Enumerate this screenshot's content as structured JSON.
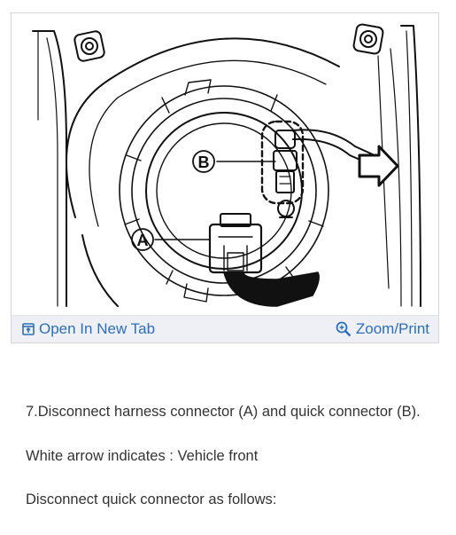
{
  "figure": {
    "callout_a": "A",
    "callout_b": "B",
    "arrow_icon": "white-arrow-icon"
  },
  "toolbar": {
    "open_new_tab_label": "Open In New Tab",
    "open_new_tab_icon": "open-in-new-tab-icon",
    "zoom_print_label": "Zoom/Print",
    "zoom_print_icon": "zoom-magnifier-icon"
  },
  "content": {
    "step": "7.Disconnect harness connector (A) and quick connector (B).",
    "note": "White arrow indicates : Vehicle front",
    "instruction": "Disconnect quick connector as follows:"
  },
  "colors": {
    "link": "#2d6fb7",
    "toolbar_bg": "#eef0f6",
    "text": "#333333"
  }
}
